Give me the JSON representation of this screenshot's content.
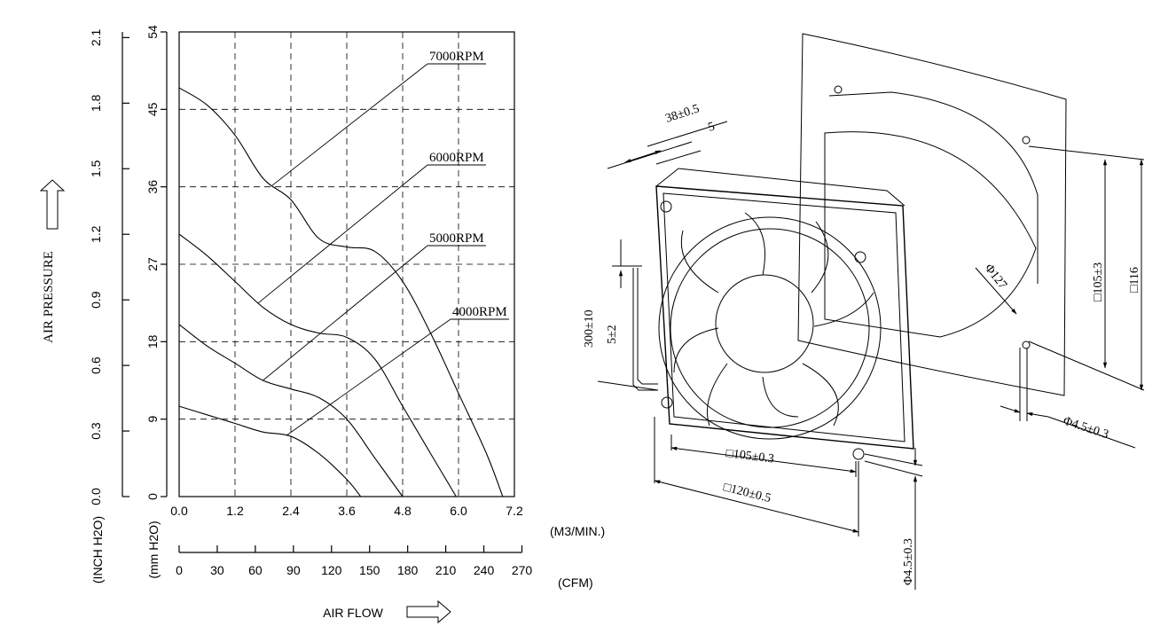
{
  "chart_data": {
    "type": "line",
    "title": "",
    "xlabel": "AIR FLOW",
    "ylabel": "AIR PRESSURE",
    "x_primary_unit": "(M3/MIN.)",
    "x_secondary_unit": "(CFM)",
    "y_primary_unit": "(mm H2O)",
    "y_secondary_unit": "(INCH H2O)",
    "xlim": [
      0,
      7.2
    ],
    "ylim": [
      0,
      54
    ],
    "x_ticks": [
      "0.0",
      "1.2",
      "2.4",
      "3.6",
      "4.8",
      "6.0",
      "7.2"
    ],
    "x_secondary_ticks": [
      "0",
      "30",
      "60",
      "90",
      "120",
      "150",
      "180",
      "210",
      "240",
      "270"
    ],
    "y_ticks": [
      "0",
      "9",
      "18",
      "27",
      "36",
      "45",
      "54"
    ],
    "y_secondary_ticks": [
      "0.0",
      "0.3",
      "0.6",
      "0.9",
      "1.2",
      "1.5",
      "1.8",
      "2.1"
    ],
    "grid": true,
    "series": [
      {
        "name": "7000RPM",
        "x": [
          0,
          0.6,
          1.2,
          1.8,
          2.4,
          3.0,
          3.6,
          4.2,
          4.8,
          5.4,
          6.0,
          6.6,
          6.95
        ],
        "y": [
          47.5,
          45.5,
          42,
          37,
          34.5,
          30,
          29,
          28.5,
          25,
          19,
          12,
          5,
          0
        ]
      },
      {
        "name": "6000RPM",
        "x": [
          0,
          0.6,
          1.2,
          1.8,
          2.4,
          3.0,
          3.6,
          4.2,
          4.8,
          5.4,
          5.95
        ],
        "y": [
          30.5,
          28,
          25,
          22,
          20,
          19,
          18.5,
          16,
          10.5,
          5,
          0
        ]
      },
      {
        "name": "5000RPM",
        "x": [
          0,
          0.6,
          1.2,
          1.8,
          2.4,
          3.0,
          3.6,
          4.2,
          4.8
        ],
        "y": [
          20,
          17.5,
          15.5,
          13.5,
          12.5,
          11.5,
          9,
          4.5,
          0
        ]
      },
      {
        "name": "4000RPM",
        "x": [
          0,
          0.6,
          1.2,
          1.8,
          2.4,
          3.0,
          3.6,
          3.9
        ],
        "y": [
          10.5,
          9.5,
          8.5,
          7.5,
          7,
          5,
          2,
          0
        ]
      }
    ]
  },
  "drawing": {
    "dims": [
      "38±0.5",
      "5",
      "300±10",
      "5±2",
      "Φ127",
      "□105±3",
      "□116",
      "Φ4.5±0.3",
      "□105±0.3",
      "□120±0.5",
      "Φ4.5±0.3"
    ]
  },
  "icons": {
    "pressure_arrow": "up-arrow-icon",
    "flow_arrow": "right-arrow-icon"
  }
}
